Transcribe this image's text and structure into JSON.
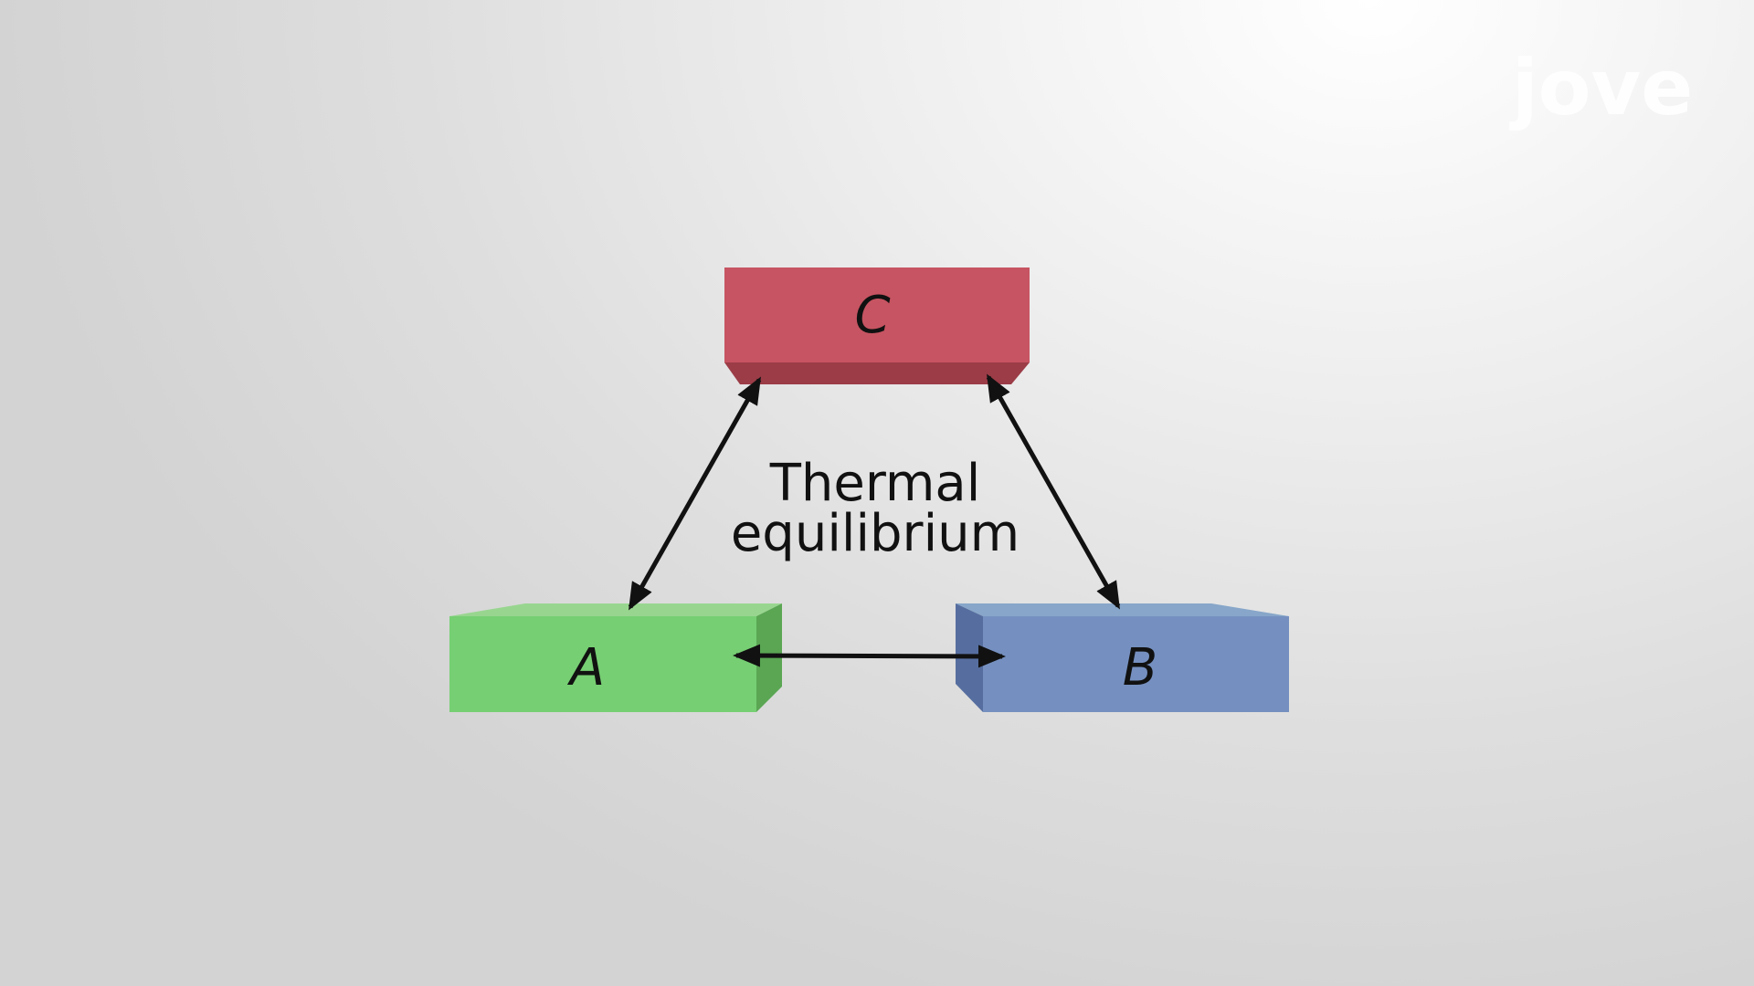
{
  "logo": {
    "text": "jove"
  },
  "diagram": {
    "center_label_line1": "Thermal",
    "center_label_line2": "equilibrium",
    "boxes": [
      {
        "id": "A",
        "label": "A",
        "color": "#76cf73"
      },
      {
        "id": "B",
        "label": "B",
        "color": "#7590c0"
      },
      {
        "id": "C",
        "label": "C",
        "color": "#c75462"
      }
    ],
    "connections": [
      {
        "from": "A",
        "to": "C"
      },
      {
        "from": "B",
        "to": "C"
      },
      {
        "from": "A",
        "to": "B"
      }
    ]
  }
}
